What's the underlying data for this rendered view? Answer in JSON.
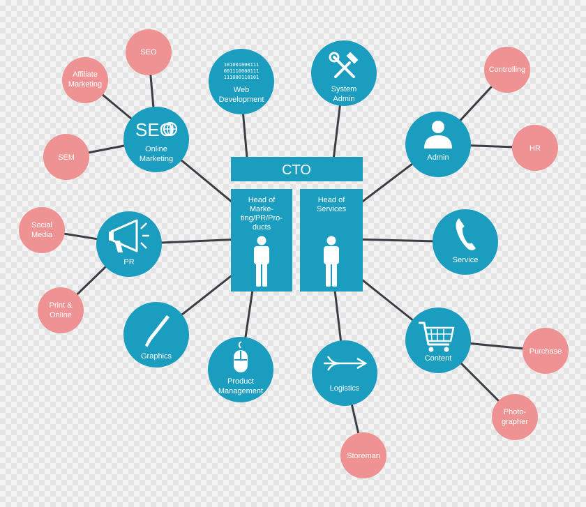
{
  "top": {
    "cto_label": "CTO"
  },
  "heads": [
    {
      "label": [
        "Head of",
        "Marke-",
        "ting/PR/Pro-",
        "ducts"
      ]
    },
    {
      "label": [
        "Head of",
        "Services"
      ]
    }
  ],
  "left_nodes": {
    "online_marketing": {
      "label": [
        "Online",
        "Marketing"
      ],
      "icon_text": "SEO"
    },
    "pr": {
      "label": [
        "PR"
      ]
    },
    "graphics": {
      "label": [
        "Graphics"
      ]
    },
    "product_management": {
      "label": [
        "Product",
        "Management"
      ]
    },
    "web_development": {
      "label": [
        "Web",
        "Development"
      ],
      "binary": [
        "101001000111",
        "001110000111",
        "111000110101"
      ]
    },
    "system_admin": {
      "label": [
        "System",
        "Admin"
      ]
    }
  },
  "right_nodes": {
    "admin": {
      "label": [
        "Admin"
      ]
    },
    "service": {
      "label": [
        "Service"
      ]
    },
    "content": {
      "label": [
        "Content"
      ]
    },
    "logistics": {
      "label": [
        "Logistics"
      ]
    }
  },
  "leaves": {
    "seo": {
      "label": [
        "SEO"
      ]
    },
    "affiliate_marketing": {
      "label": [
        "Affiliate",
        "Marketing"
      ]
    },
    "sem": {
      "label": [
        "SEM"
      ]
    },
    "social_media": {
      "label": [
        "Social",
        "Media"
      ]
    },
    "print_online": {
      "label": [
        "Print &",
        "Online"
      ]
    },
    "controlling": {
      "label": [
        "Controlling"
      ]
    },
    "hr": {
      "label": [
        "HR"
      ]
    },
    "purchase": {
      "label": [
        "Purchase"
      ]
    },
    "photographer": {
      "label": [
        "Photo-",
        "grapher"
      ]
    },
    "storeman": {
      "label": [
        "Storeman"
      ]
    }
  },
  "colors": {
    "blue": "#1a9dbf",
    "pink": "#ef9293",
    "line": "#3a3e44"
  }
}
